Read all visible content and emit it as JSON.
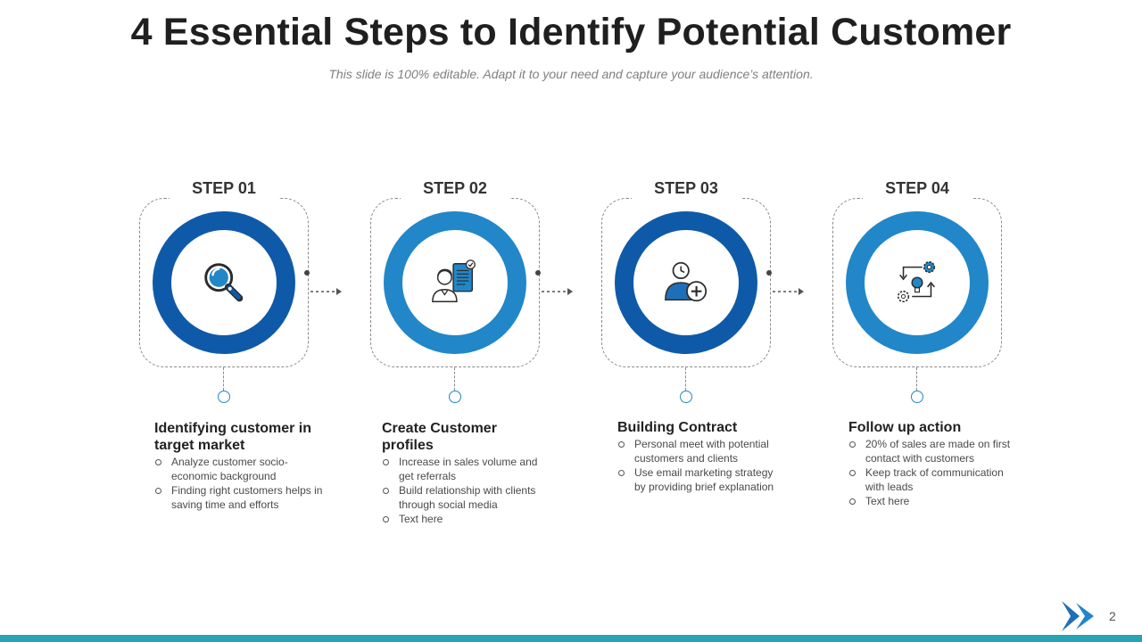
{
  "title": "4 Essential Steps to Identify Potential Customer",
  "subtitle": "This slide is 100% editable. Adapt it to your need and capture your audience’s attention.",
  "colors": {
    "ring_dark": "#0f5aa8",
    "ring_light": "#2187c8",
    "accent_bar": "#2aa3b5",
    "text_dark": "#222222",
    "text_muted": "#7f7f7f"
  },
  "steps": [
    {
      "label": "STEP 01",
      "icon": "magnifier-icon",
      "title": "Identifying customer in target market",
      "points": [
        "Analyze customer socio-economic background",
        "Finding right customers helps in saving time and efforts"
      ]
    },
    {
      "label": "STEP 02",
      "icon": "customer-profile-icon",
      "title": "Create Customer profiles",
      "points": [
        "Increase in sales volume and get referrals",
        "Build relationship with clients through social media",
        "Text here"
      ]
    },
    {
      "label": "STEP 03",
      "icon": "add-contact-icon",
      "title": "Building Contract",
      "points": [
        "Personal meet with potential customers and clients",
        "Use email marketing strategy by providing brief explanation"
      ]
    },
    {
      "label": "STEP 04",
      "icon": "idea-gears-icon",
      "title": "Follow up action",
      "points": [
        "20% of sales are made on first contact with customers",
        "Keep track of communication with leads",
        "Text here"
      ]
    }
  ],
  "page_number": "2"
}
